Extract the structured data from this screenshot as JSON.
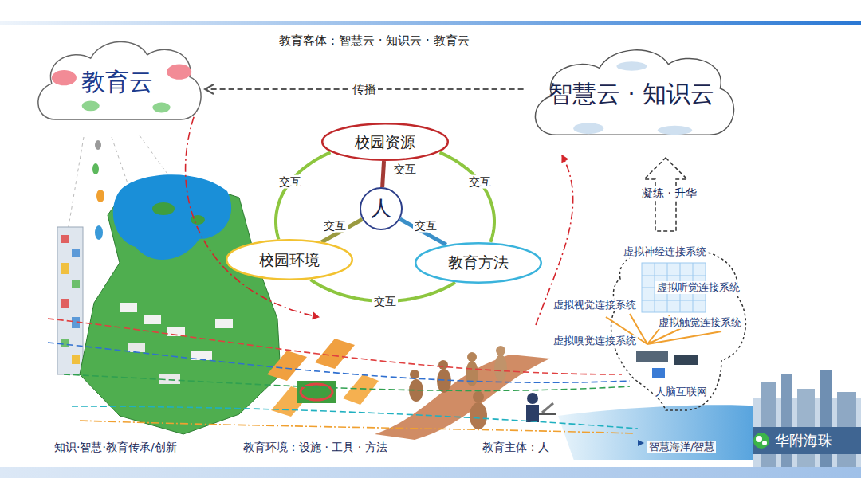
{
  "diagram": {
    "nodes": [
      {
        "text": [
          "教育云"
        ]
      },
      {
        "text": [
          "智慧云 · 知识云"
        ]
      },
      {
        "text": [
          "校园资源"
        ]
      },
      {
        "text": [
          "人"
        ]
      },
      {
        "text": [
          "校园环境"
        ]
      },
      {
        "text": [
          "教育方法"
        ]
      }
    ],
    "edges": [
      {
        "from": 1,
        "to": 0,
        "label": "传播",
        "arrow": "to"
      },
      {
        "from": 3,
        "to": 2,
        "label": "交互",
        "arrow": "none"
      },
      {
        "from": 3,
        "to": 4,
        "label": "交互",
        "arrow": "none"
      },
      {
        "from": 3,
        "to": 5,
        "label": "交互",
        "arrow": "none"
      },
      {
        "from": 2,
        "to": 4,
        "label": "交互",
        "arrow": "none"
      },
      {
        "from": 2,
        "to": 5,
        "label": "交互",
        "arrow": "none"
      },
      {
        "from": 4,
        "to": 5,
        "label": "交互",
        "arrow": "none"
      }
    ],
    "labels": [
      "教育客体：智慧云 · 知识云 · 教育云",
      "凝练 · 升华",
      "虚拟神经连接系统",
      "虚拟听觉连接系统",
      "虚拟视觉连接系统",
      "虚拟触觉连接系统",
      "虚拟嗅觉连接系统",
      "人脑互联网",
      "知识·智慧·教育传承/创新",
      "教育环境：设施 · 工具 · 方法",
      "教育主体：人",
      "智慧海洋/智慧",
      "华附海珠"
    ]
  }
}
